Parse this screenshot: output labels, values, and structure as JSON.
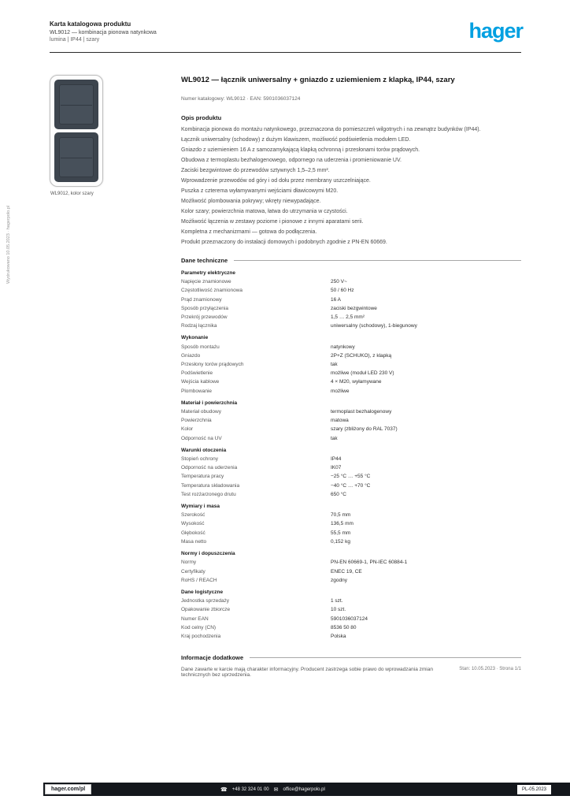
{
  "page": {
    "header": {
      "doc_line1": "Karta katalogowa produktu",
      "doc_line2": "WL9012 — kombinacja pionowa natynkowa",
      "doc_line3": "lumina | IP44 | szary",
      "logo_text": "hager",
      "brand_color": "#00a0e1"
    },
    "figure": {
      "caption": "WL9012, kolor szary"
    },
    "side_note": "Wydrukowano 10.05.2023 · hagerpolo.pl",
    "title": "WL9012 — łącznik uniwersalny + gniazdo z uziemieniem z klapką, IP44, szary",
    "subtitle": "Numer katalogowy: WL9012 · EAN: 5901036037124",
    "features": {
      "heading": "Opis produktu",
      "items": [
        "Kombinacja pionowa do montażu natynkowego, przeznaczona do pomieszczeń wilgotnych i na zewnątrz budynków (IP44).",
        "Łącznik uniwersalny (schodowy) z dużym klawiszem, możliwość podświetlenia modułem LED.",
        "Gniazdo z uziemieniem 16 A z samozamykającą klapką ochronną i przesłonami torów prądowych.",
        "Obudowa z termoplastu bezhalogenowego, odpornego na uderzenia i promieniowanie UV.",
        "Zaciski bezgwintowe do przewodów sztywnych 1,5–2,5 mm².",
        "Wprowadzenie przewodów od góry i od dołu przez membrany uszczelniające.",
        "Puszka z czterema wyłamywanymi wejściami dławicowymi M20.",
        "Możliwość plombowania pokrywy; wkręty niewypadające.",
        "Kolor szary; powierzchnia matowa, łatwa do utrzymania w czystości.",
        "Możliwość łączenia w zestawy poziome i pionowe z innymi aparatami serii.",
        "Kompletna z mechanizmami — gotowa do podłączenia.",
        "Produkt przeznaczony do instalacji domowych i podobnych zgodnie z PN-EN 60669."
      ]
    },
    "tech": {
      "heading": "Dane techniczne",
      "rows": [
        {
          "group": true,
          "label": "Parametry elektryczne",
          "value": ""
        },
        {
          "label": "Napięcie znamionowe",
          "value": "250 V~"
        },
        {
          "label": "Częstotliwość znamionowa",
          "value": "50 / 60 Hz"
        },
        {
          "label": "Prąd znamionowy",
          "value": "16 A"
        },
        {
          "label": "Sposób przyłączenia",
          "value": "zaciski bezgwintowe"
        },
        {
          "label": "Przekrój przewodów",
          "value": "1,5 … 2,5 mm²"
        },
        {
          "label": "Rodzaj łącznika",
          "value": "uniwersalny (schodowy), 1-biegunowy"
        },
        {
          "group": true,
          "label": "Wykonanie",
          "value": ""
        },
        {
          "label": "Sposób montażu",
          "value": "natynkowy"
        },
        {
          "label": "Gniazdo",
          "value": "2P+Z (SCHUKO), z klapką"
        },
        {
          "label": "Przesłony torów prądowych",
          "value": "tak"
        },
        {
          "label": "Podświetlenie",
          "value": "możliwe (moduł LED 230 V)"
        },
        {
          "label": "Wejścia kablowe",
          "value": "4 × M20, wyłamywane"
        },
        {
          "label": "Plombowanie",
          "value": "możliwe"
        },
        {
          "group": true,
          "label": "Materiał i powierzchnia",
          "value": ""
        },
        {
          "label": "Materiał obudowy",
          "value": "termoplast bezhalogenowy"
        },
        {
          "label": "Powierzchnia",
          "value": "matowa"
        },
        {
          "label": "Kolor",
          "value": "szary (zbliżony do RAL 7037)"
        },
        {
          "label": "Odporność na UV",
          "value": "tak"
        },
        {
          "group": true,
          "label": "Warunki otoczenia",
          "value": ""
        },
        {
          "label": "Stopień ochrony",
          "value": "IP44"
        },
        {
          "label": "Odporność na uderzenia",
          "value": "IK07"
        },
        {
          "label": "Temperatura pracy",
          "value": "−25 °C … +55 °C"
        },
        {
          "label": "Temperatura składowania",
          "value": "−40 °C … +70 °C"
        },
        {
          "label": "Test rozżarzonego drutu",
          "value": "650 °C"
        },
        {
          "group": true,
          "label": "Wymiary i masa",
          "value": ""
        },
        {
          "label": "Szerokość",
          "value": "70,5 mm"
        },
        {
          "label": "Wysokość",
          "value": "136,5 mm"
        },
        {
          "label": "Głębokość",
          "value": "55,5 mm"
        },
        {
          "label": "Masa netto",
          "value": "0,152 kg"
        },
        {
          "group": true,
          "label": "Normy i dopuszczenia",
          "value": ""
        },
        {
          "label": "Normy",
          "value": "PN-EN 60669-1, PN-IEC 60884-1"
        },
        {
          "label": "Certyfikaty",
          "value": "ENEC 19, CE"
        },
        {
          "label": "RoHS / REACH",
          "value": "zgodny"
        },
        {
          "group": true,
          "label": "Dane logistyczne",
          "value": ""
        },
        {
          "label": "Jednostka sprzedaży",
          "value": "1 szt."
        },
        {
          "label": "Opakowanie zbiorcze",
          "value": "10 szt."
        },
        {
          "label": "Numer EAN",
          "value": "5901036037124"
        },
        {
          "label": "Kod celny (CN)",
          "value": "8536 50 80"
        },
        {
          "label": "Kraj pochodzenia",
          "value": "Polska"
        }
      ]
    },
    "notes": {
      "heading": "Informacje dodatkowe",
      "text": "Dane zawarte w karcie mają charakter informacyjny. Producent zastrzega sobie prawo do wprowadzania zmian technicznych bez uprzedzenia.",
      "meta": "Stan: 10.05.2023 · Strona 1/1"
    },
    "footer": {
      "site": "hager.com/pl",
      "phone": "+48 32 324 01 00",
      "email": "office@hagerpolo.pl",
      "right": "PL-05.2023"
    }
  }
}
